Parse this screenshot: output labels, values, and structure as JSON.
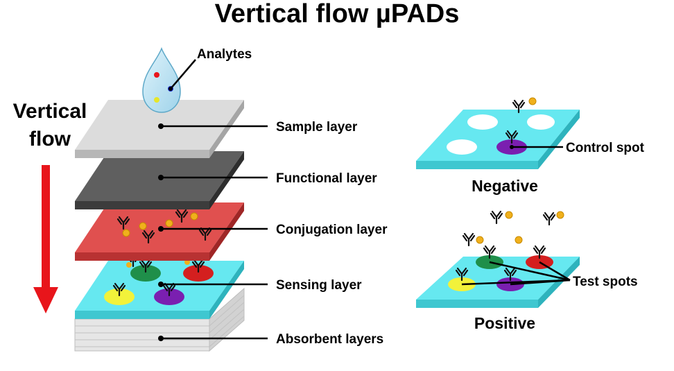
{
  "title": "Vertical flow µPADs",
  "flow_label": {
    "line1": "Vertical",
    "line2": "flow"
  },
  "analytes_label": "Analytes",
  "layers": [
    {
      "label": "Sample layer"
    },
    {
      "label": "Functional layer"
    },
    {
      "label": "Conjugation layer"
    },
    {
      "label": "Sensing layer"
    },
    {
      "label": "Absorbent layers"
    }
  ],
  "negative": {
    "caption": "Negative",
    "spot_label": "Control spot"
  },
  "positive": {
    "caption": "Positive",
    "spot_label": "Test spots"
  },
  "colors": {
    "sample": "#dcdcdc",
    "functional": "#5f5f5f",
    "conjugation": "#e0504f",
    "sensing": "#66e8f0",
    "absorbent": "#e4e4e4",
    "arrow": "#e8151b",
    "spot_green": "#1f8f4a",
    "spot_red": "#d41f1f",
    "spot_yellow": "#f2f23a",
    "spot_purple": "#7a1fb0",
    "gold": "#f0b01c"
  }
}
